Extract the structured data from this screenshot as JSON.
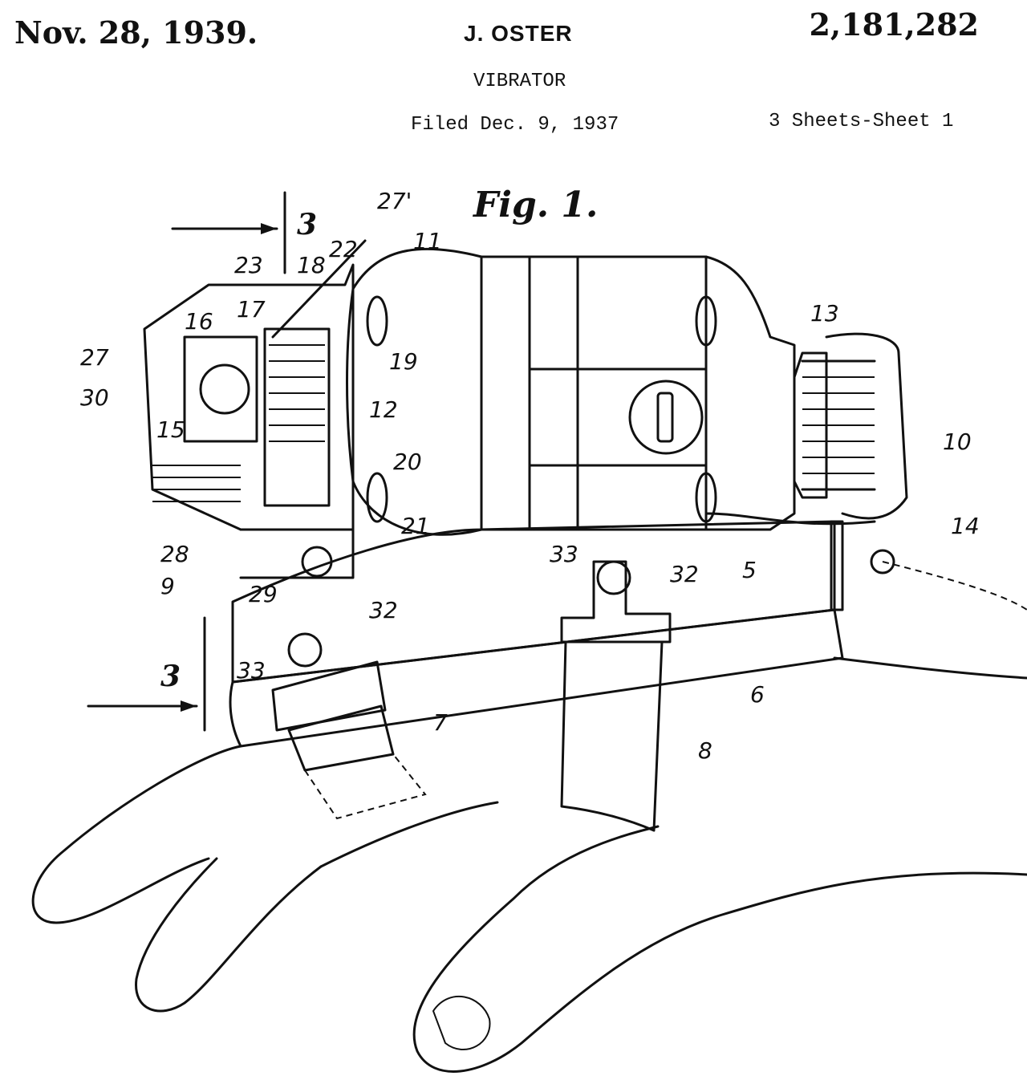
{
  "header": {
    "date": "Nov. 28, 1939.",
    "inventor": "J. OSTER",
    "patent_number": "2,181,282",
    "title": "VIBRATOR",
    "filed": "Filed Dec. 9, 1937",
    "sheets": "3 Sheets-Sheet 1"
  },
  "figure": {
    "label": "Fig. 1.",
    "section_marks": [
      "3",
      "3"
    ],
    "reference_numerals": [
      "27'",
      "11",
      "13",
      "23",
      "18",
      "22",
      "17",
      "16",
      "27",
      "19",
      "30",
      "12",
      "15",
      "20",
      "10",
      "21",
      "14",
      "28",
      "33",
      "32",
      "5",
      "9",
      "29",
      "33",
      "32",
      "6",
      "7",
      "8"
    ]
  }
}
